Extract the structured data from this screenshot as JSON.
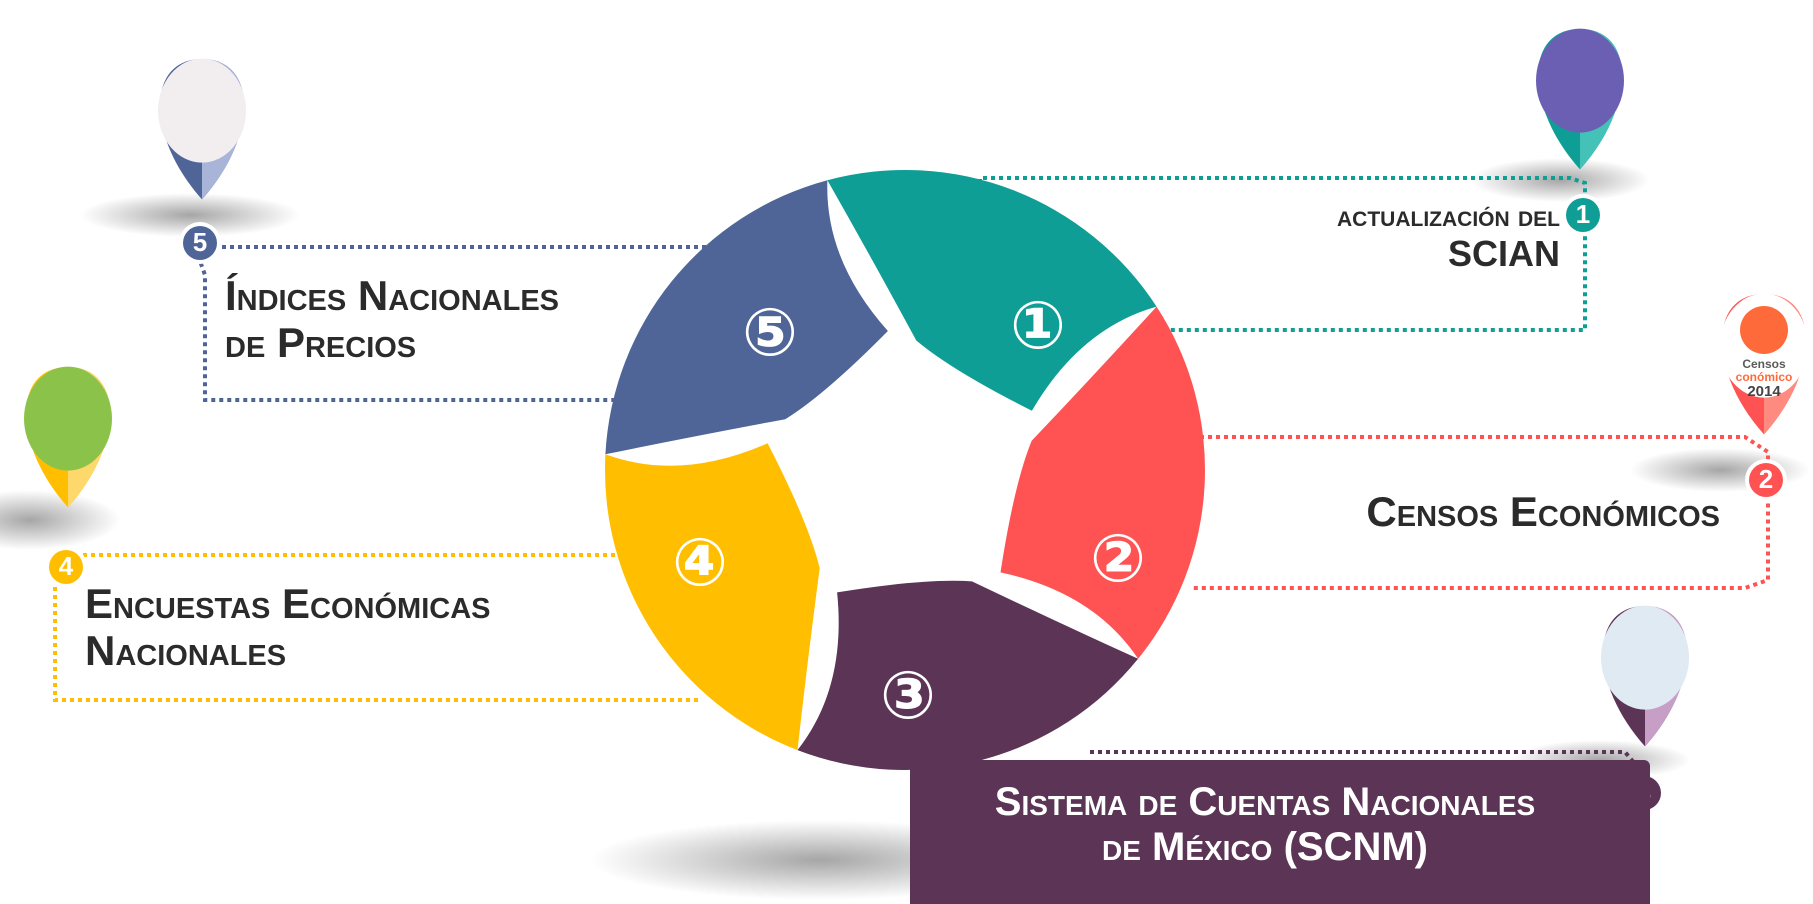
{
  "colors": {
    "teal": "#0e9e96",
    "red": "#ff5252",
    "purple": "#5b3456",
    "yellow": "#ffbf00",
    "blue": "#4f6598",
    "pin5_light": "#a9b5d8",
    "pin1_light": "#44c2b8",
    "pin2_light": "#ff8a80",
    "pin3_light": "#c79ec6",
    "pin4_light": "#ffd86b",
    "green_disc": "#8bc34a"
  },
  "segments": [
    {
      "id": 1,
      "numeral": "①",
      "color_key": "teal"
    },
    {
      "id": 2,
      "numeral": "②",
      "color_key": "red"
    },
    {
      "id": 3,
      "numeral": "③",
      "color_key": "purple"
    },
    {
      "id": 4,
      "numeral": "④",
      "color_key": "yellow"
    },
    {
      "id": 5,
      "numeral": "⑤",
      "color_key": "blue"
    }
  ],
  "items": {
    "scian": {
      "line1": "actualización del",
      "line2": "SCIAN",
      "badge": "1"
    },
    "censos": {
      "line1": "Censos Económicos",
      "badge": "2"
    },
    "scnm": {
      "line1": "Sistema de Cuentas Nacionales",
      "line2": "de México (SCNM)",
      "badge": "3"
    },
    "encuestas": {
      "line1": "Encuestas Económicas",
      "line2": "Nacionales",
      "badge": "4"
    },
    "indices": {
      "line1": "Índices Nacionales",
      "line2": "de Precios",
      "badge": "5"
    }
  },
  "pins": {
    "censos_thumb_title": "Censos",
    "censos_thumb_sub": "conómico",
    "censos_thumb_year": "2014"
  }
}
